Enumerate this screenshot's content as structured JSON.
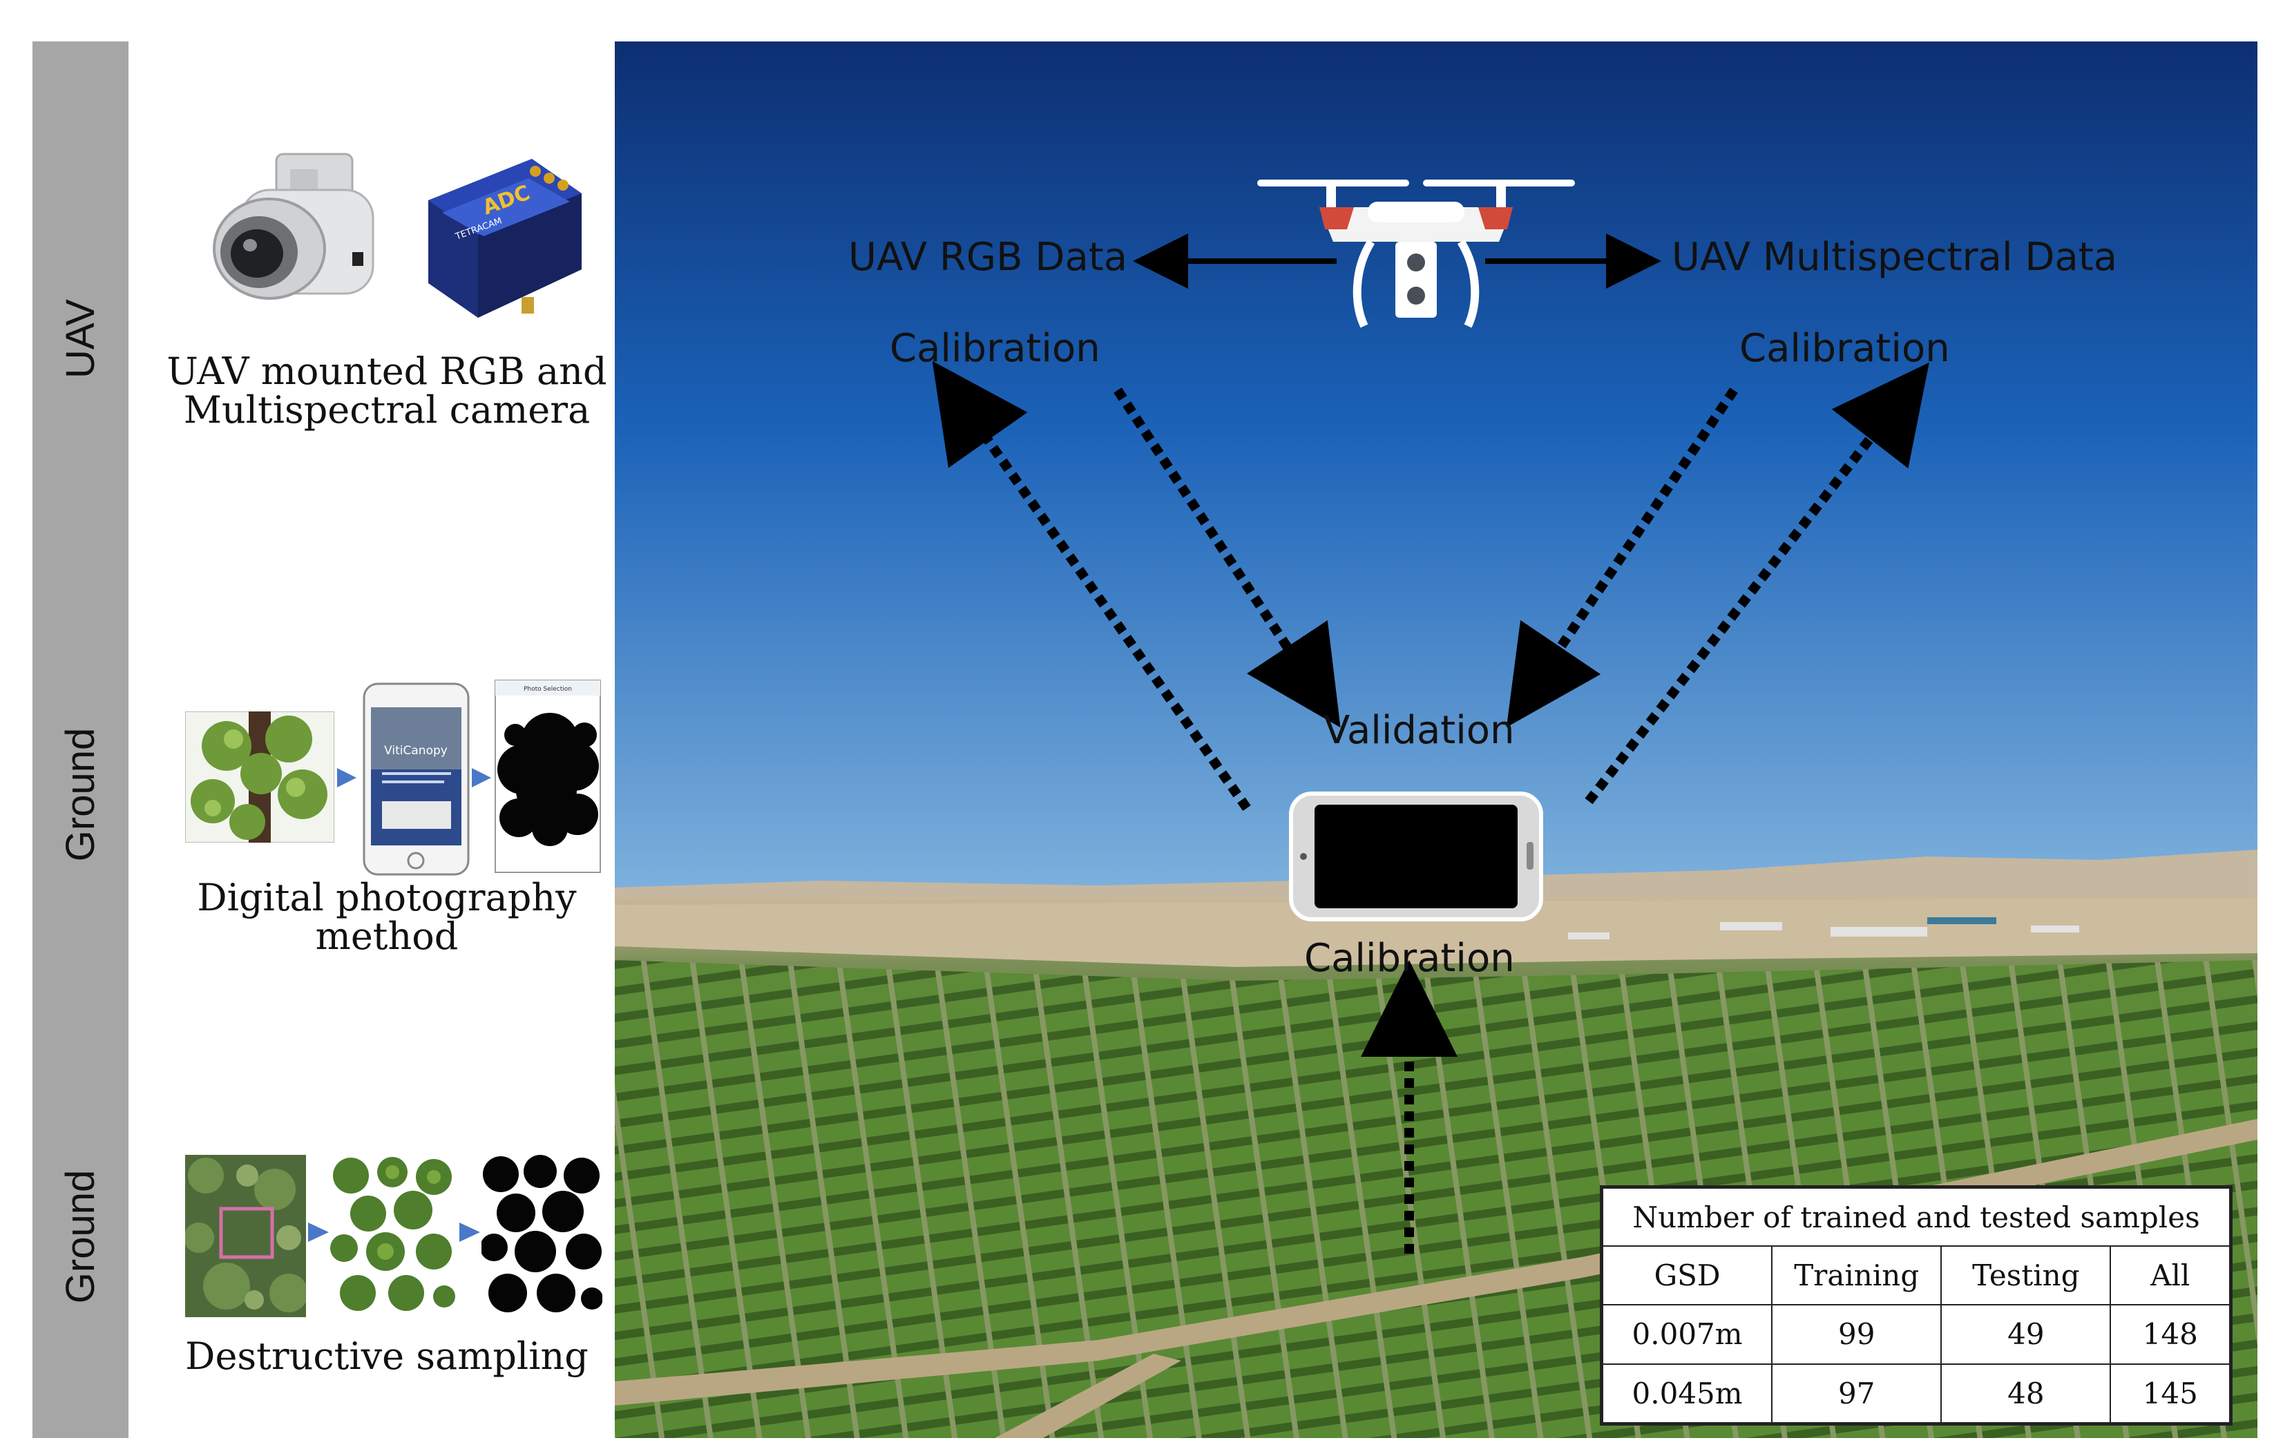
{
  "left_panel": {
    "stages": [
      {
        "label": "UAV"
      },
      {
        "label": "Ground"
      },
      {
        "label": "Ground"
      }
    ],
    "captions": {
      "uav_camera_line1": "UAV mounted RGB and",
      "uav_camera_line2": "Multispectral camera",
      "photo_line1": "Digital photography",
      "photo_line2": "method",
      "destructive": "Destructive sampling"
    },
    "camera_box_text": "ADC",
    "camera_box_subtext": "TETRACAM",
    "app_title": "VitiCanopy",
    "app_screen_text": "Photo Selection"
  },
  "scene": {
    "rgb_data": "UAV RGB Data",
    "multispectral_data": "UAV Multispectral Data",
    "calibration_left": "Calibration",
    "calibration_right": "Calibration",
    "validation": "Validation",
    "calibration_bottom": "Calibration",
    "sky_colors": [
      "#0d2f72",
      "#1b62b8",
      "#7fb2dd"
    ],
    "field_colors": [
      "#3f6d24",
      "#5b8a35",
      "#c9b89a"
    ]
  },
  "table": {
    "title": "Number of trained and tested samples",
    "headers": [
      "GSD",
      "Training",
      "Testing",
      "All"
    ],
    "rows": [
      [
        "0.007m",
        "99",
        "49",
        "148"
      ],
      [
        "0.045m",
        "97",
        "48",
        "145"
      ]
    ]
  }
}
